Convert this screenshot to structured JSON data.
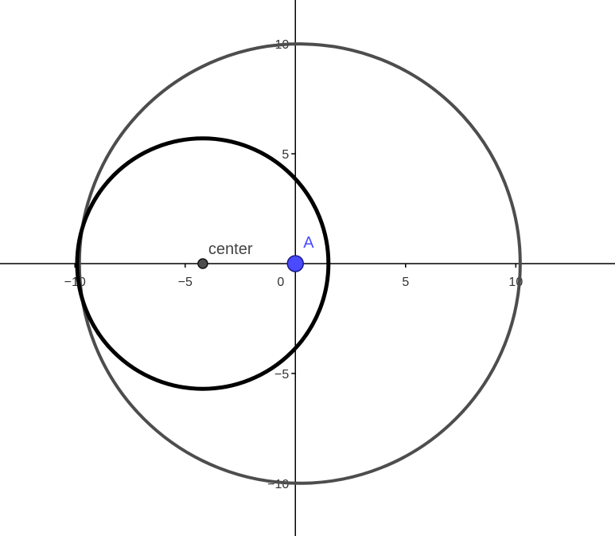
{
  "axes": {
    "x_range": [
      -13.4,
      14.5
    ],
    "y_range": [
      -12.4,
      12.0
    ],
    "x_ticks": [
      {
        "value": -10,
        "label": "−10"
      },
      {
        "value": -5,
        "label": "−5"
      },
      {
        "value": 5,
        "label": "5"
      },
      {
        "value": 10,
        "label": "10"
      }
    ],
    "y_ticks": [
      {
        "value": 10,
        "label": "10"
      },
      {
        "value": 5,
        "label": "5"
      },
      {
        "value": -5,
        "label": "−5"
      },
      {
        "value": -10,
        "label": "−10"
      }
    ],
    "origin_label": "0",
    "axis_color": "#000000",
    "label_color": "#333333"
  },
  "circles": [
    {
      "name": "outer-circle",
      "center": [
        0.2,
        0
      ],
      "radius": 10,
      "color": "#4d4d4d"
    },
    {
      "name": "inner-circle",
      "center": [
        -4.2,
        0
      ],
      "radius": 5.7,
      "color": "#000000"
    }
  ],
  "points": [
    {
      "name": "center-point",
      "label": "center",
      "x": -4.2,
      "y": 0,
      "color": "#4d4d4d",
      "label_color": "#444444",
      "size": "small"
    },
    {
      "name": "point-a",
      "label": "A",
      "x": 0,
      "y": 0,
      "color": "#4a4aff",
      "label_color": "#4a4aff",
      "size": "large"
    }
  ]
}
